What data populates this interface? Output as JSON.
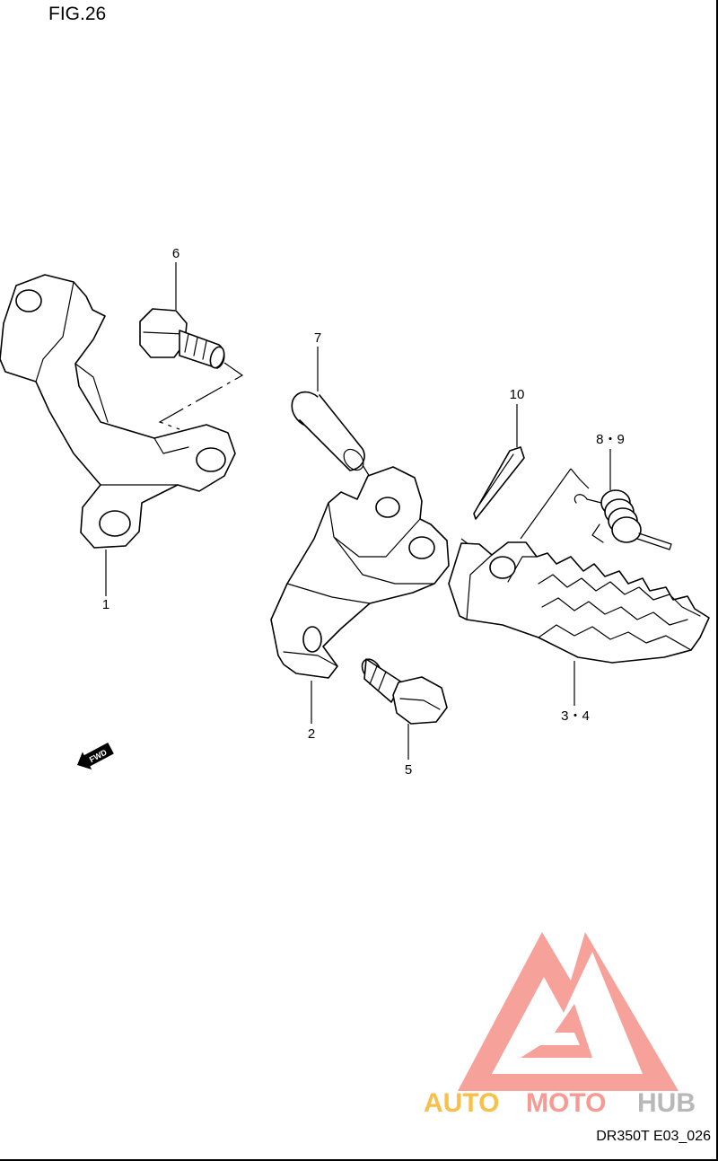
{
  "figure": {
    "title": "FIG.26",
    "code": "DR350T E03_026"
  },
  "callouts": {
    "c1": "1",
    "c2": "2",
    "c3_4": "3・4",
    "c5": "5",
    "c6": "6",
    "c7": "7",
    "c8_9": "8・9",
    "c10": "10"
  },
  "direction_badge": "FWD",
  "watermark": {
    "part1": "AUTO",
    "part2": "MOTO",
    "part3": "HUB",
    "colors": {
      "auto": "#F8C04A",
      "moto": "#F79A94",
      "hub": "#B8B8B8",
      "logo": "#F7A19B"
    }
  }
}
